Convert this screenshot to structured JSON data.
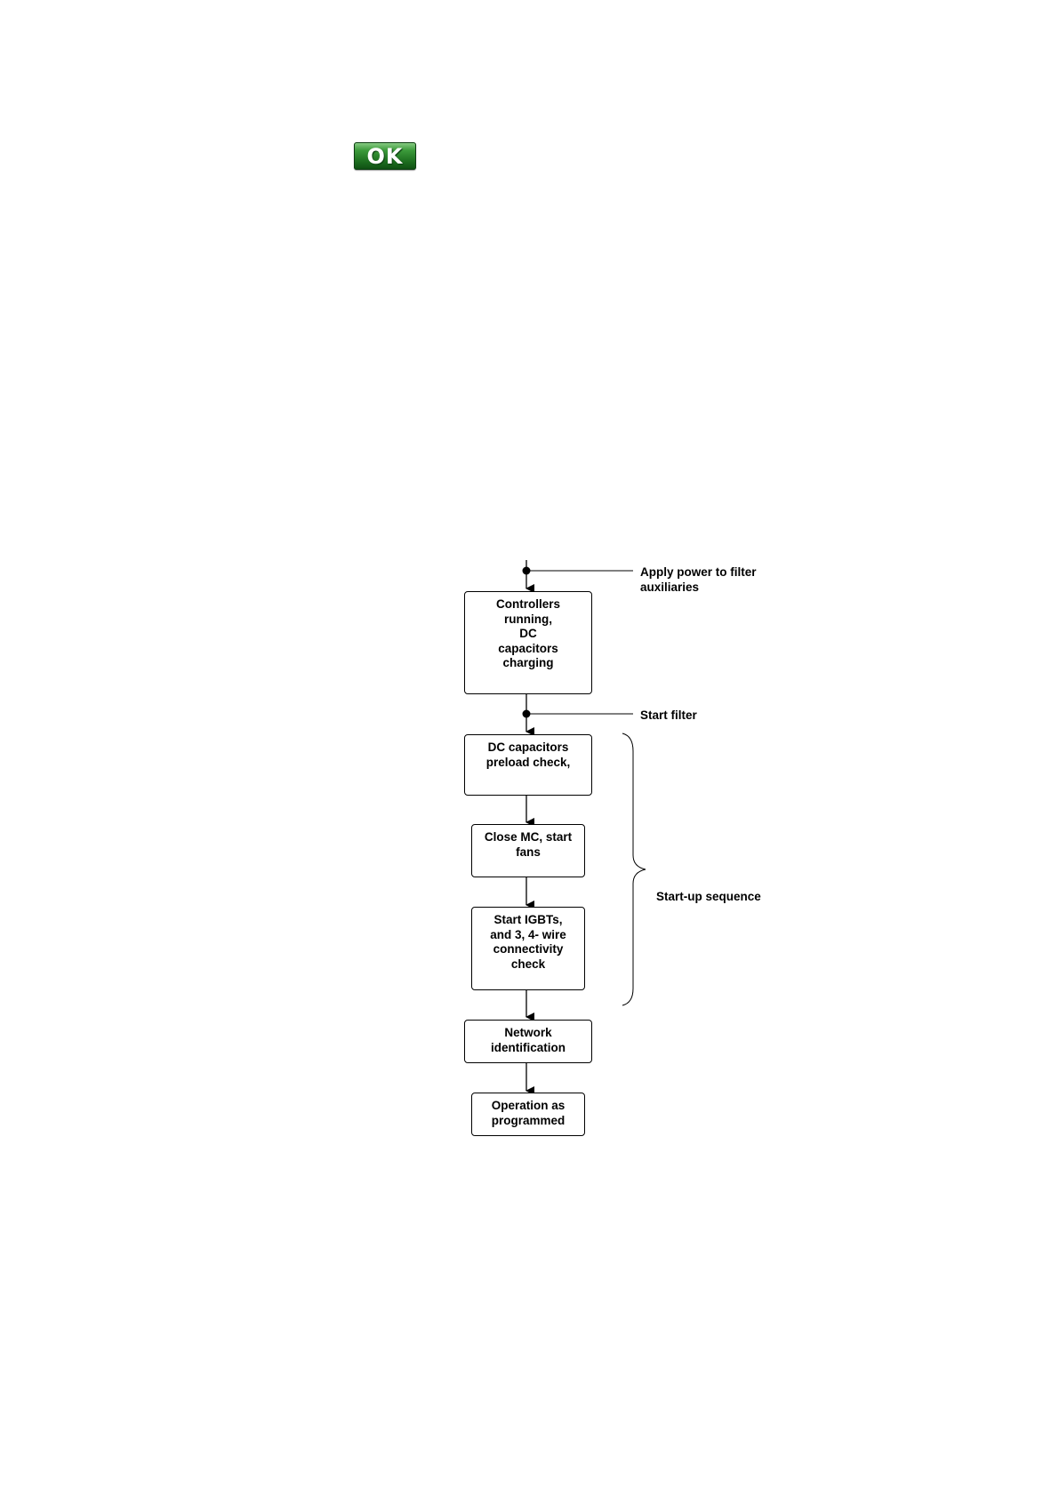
{
  "ok_button": {
    "label": "OK"
  },
  "diagram": {
    "steps": [
      "Controllers\nrunning,\nDC\ncapacitors\ncharging",
      "DC capacitors\npreload check,",
      "Close MC, start\nfans",
      "Start IGBTs,\nand 3, 4- wire\nconnectivity\ncheck",
      "Network\nidentification",
      "Operation as\nprogrammed"
    ],
    "annotations": {
      "apply_power": "Apply power to filter\nauxiliaries",
      "start_filter": "Start filter",
      "startup_sequence": "Start-up sequence"
    }
  }
}
